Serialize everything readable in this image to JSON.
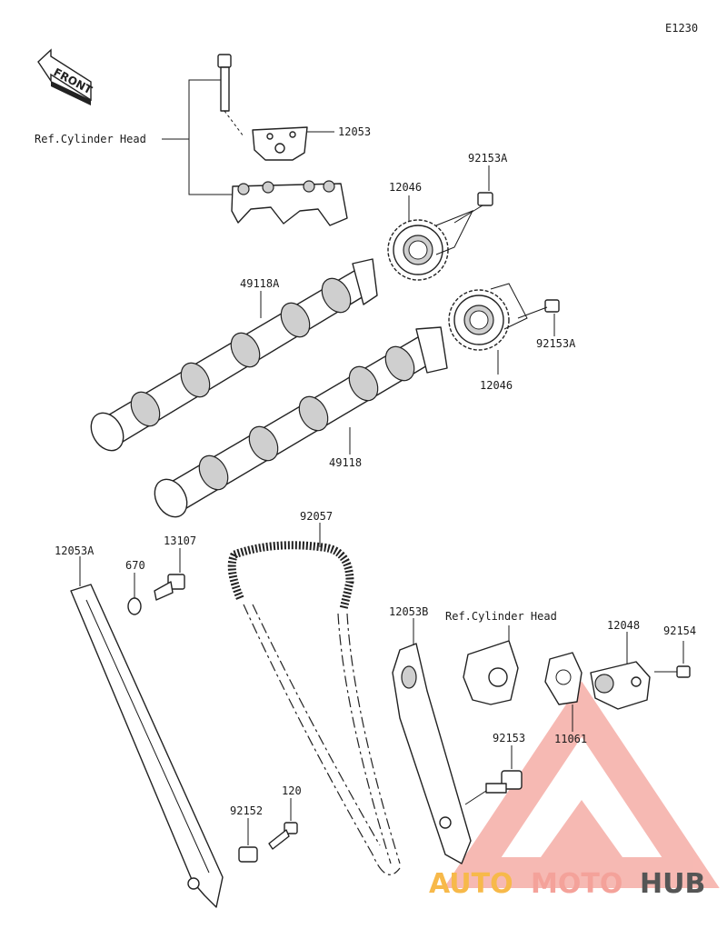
{
  "diagram_code": "E1230",
  "front_label": "FRONT",
  "labels": {
    "ref_cyl_head_top": "Ref.Cylinder Head",
    "p12053": "12053",
    "p92153A_top": "92153A",
    "p12046_top": "12046",
    "p49118A": "49118A",
    "p92153A_mid": "92153A",
    "p12046_mid": "12046",
    "p49118": "49118",
    "p92057": "92057",
    "p12053A": "12053A",
    "p670": "670",
    "p13107": "13107",
    "p12053B": "12053B",
    "ref_cyl_head_bottom": "Ref.Cylinder Head",
    "p12048": "12048",
    "p92154": "92154",
    "p92153": "92153",
    "p11061": "11061",
    "p92152": "92152",
    "p120": "120"
  },
  "watermark": {
    "part1": "AUTO",
    "part2": "MOTO",
    "part3": "HUB",
    "color_accent": "#f4a29a",
    "color_primary": "#f7b94a",
    "color_dark": "#333333"
  }
}
